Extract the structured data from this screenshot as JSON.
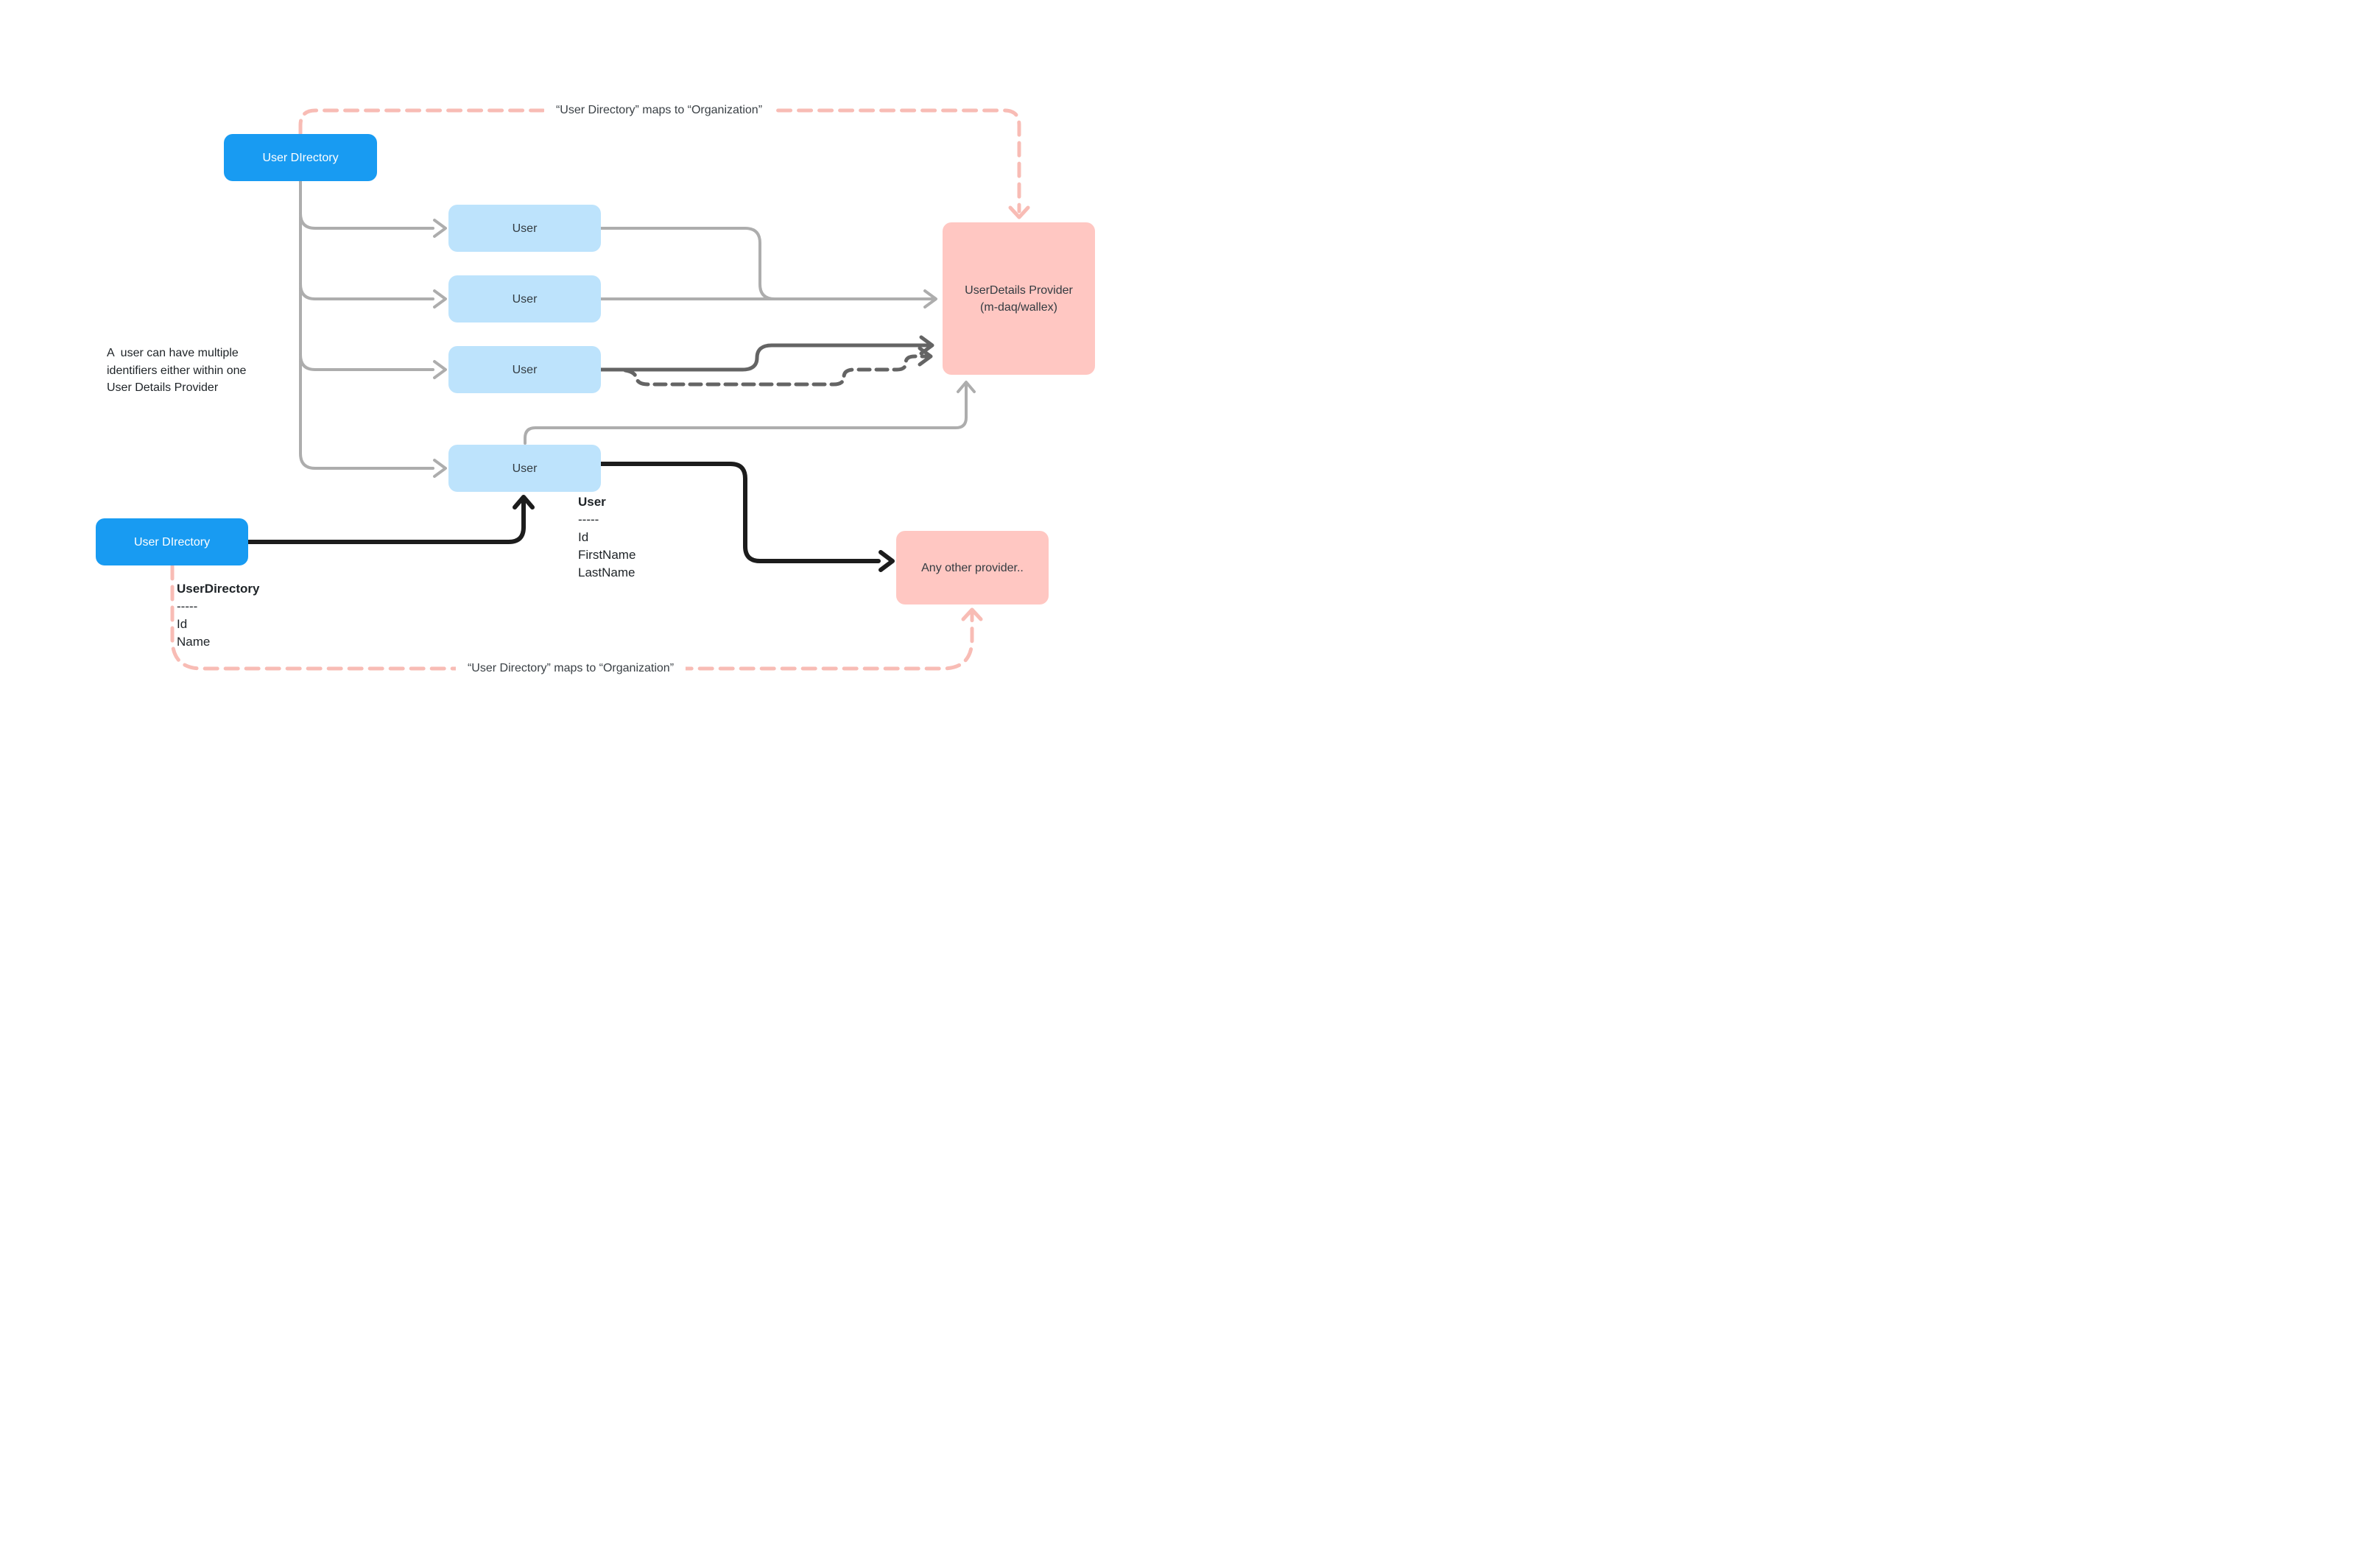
{
  "title": "User Directory mapping diagram",
  "colors": {
    "node_blue": "#189BF2",
    "node_light_blue": "#BDE3FC",
    "node_pink": "#FFC7C2",
    "mapping_dash_pink": "#F8BCB5",
    "connector_gray": "#ADADAD",
    "connector_dark_gray": "#646464",
    "connector_black": "#1C1C1C",
    "text_dark": "#1E2327"
  },
  "annotations": {
    "top_mapping_label": "“User Directory” maps to “Organization”",
    "bottom_mapping_label": "“User Directory” maps to “Organization”",
    "side_note": {
      "line1": "A  user can have multiple",
      "line2": "identifiers either within one",
      "line3": "User Details Provider"
    }
  },
  "nodes": {
    "user_directory_top": {
      "label": "User DIrectory"
    },
    "user_directory_bottom": {
      "label": "User DIrectory"
    },
    "users": [
      {
        "label": "User"
      },
      {
        "label": "User"
      },
      {
        "label": "User"
      },
      {
        "label": "User"
      }
    ],
    "user_details_provider": {
      "label_line1": "UserDetails Provider",
      "label_line2": "(m-daq/wallex)"
    },
    "any_other_provider": {
      "label": "Any other provider.."
    }
  },
  "schemas": {
    "user_directory": {
      "title": "UserDirectory",
      "divider": "-----",
      "fields": [
        "Id",
        "Name"
      ]
    },
    "user": {
      "title": "User",
      "divider": "-----",
      "fields": [
        "Id",
        "FirstName",
        "LastName"
      ]
    }
  }
}
